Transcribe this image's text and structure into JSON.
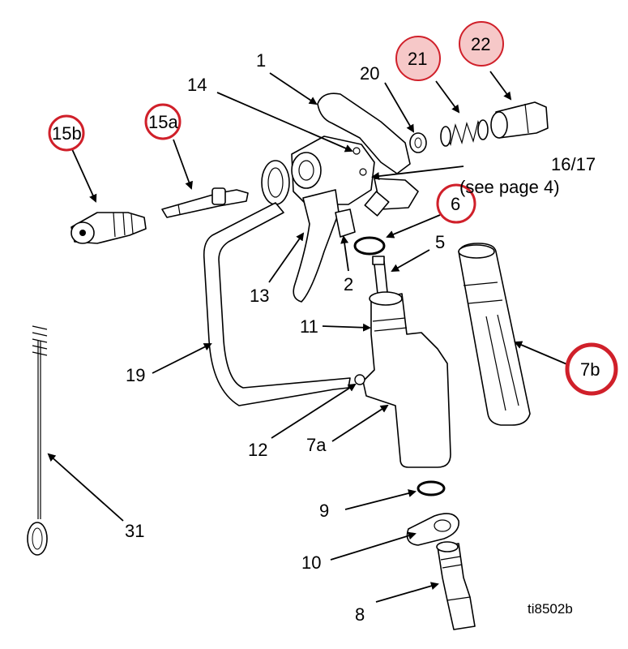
{
  "colors": {
    "circle_red": "#d0202a",
    "circle_fill_pink": "#f6c8c8",
    "line": "#000000",
    "background": "#ffffff"
  },
  "figure_id": "ti8502b",
  "callouts": {
    "c1": "1",
    "c2": "2",
    "c5": "5",
    "c6": "6",
    "c7a": "7a",
    "c7b": "7b",
    "c8": "8",
    "c9": "9",
    "c10": "10",
    "c11": "11",
    "c12": "12",
    "c13": "13",
    "c14": "14",
    "c15a": "15a",
    "c15b": "15b",
    "c16_17": "16/17",
    "c16_17_note": "(see page 4)",
    "c19": "19",
    "c20": "20",
    "c21": "21",
    "c22": "22",
    "c31": "31"
  }
}
